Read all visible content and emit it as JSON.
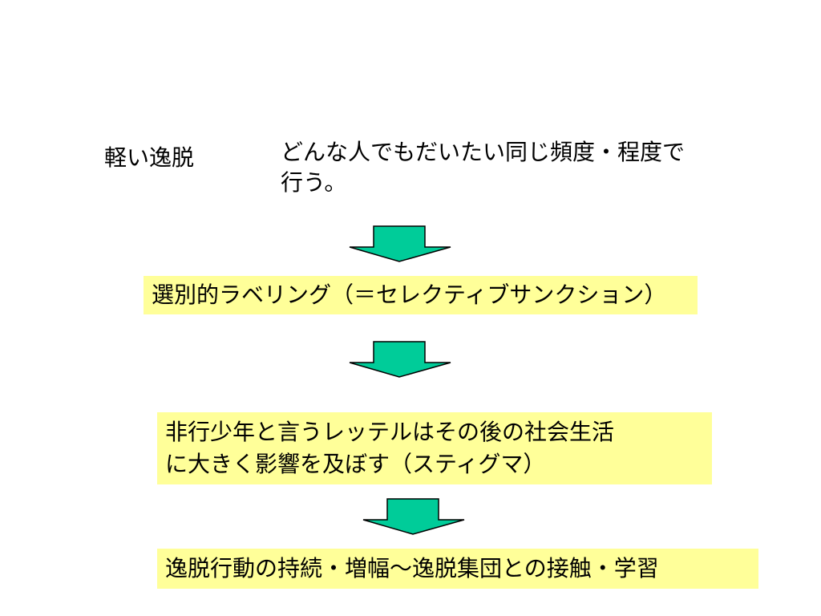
{
  "light_deviance": {
    "label": "軽い逸脱",
    "description_line1": "どんな人でもだいたい同じ頻度・程度で",
    "description_line2": "行う。"
  },
  "steps": [
    {
      "lines": [
        "選別的ラベリング（＝セレクティブサンクション）"
      ]
    },
    {
      "lines": [
        "非行少年と言うレッテルはその後の社会生活",
        "に大きく影響を及ぼす（スティグマ）"
      ]
    },
    {
      "lines": [
        "逸脱行動の持続・増幅～逸脱集団との接触・学習"
      ]
    }
  ],
  "colors": {
    "box_fill": "#ffff99",
    "arrow_fill": "#00cc99",
    "arrow_stroke": "#000000"
  }
}
